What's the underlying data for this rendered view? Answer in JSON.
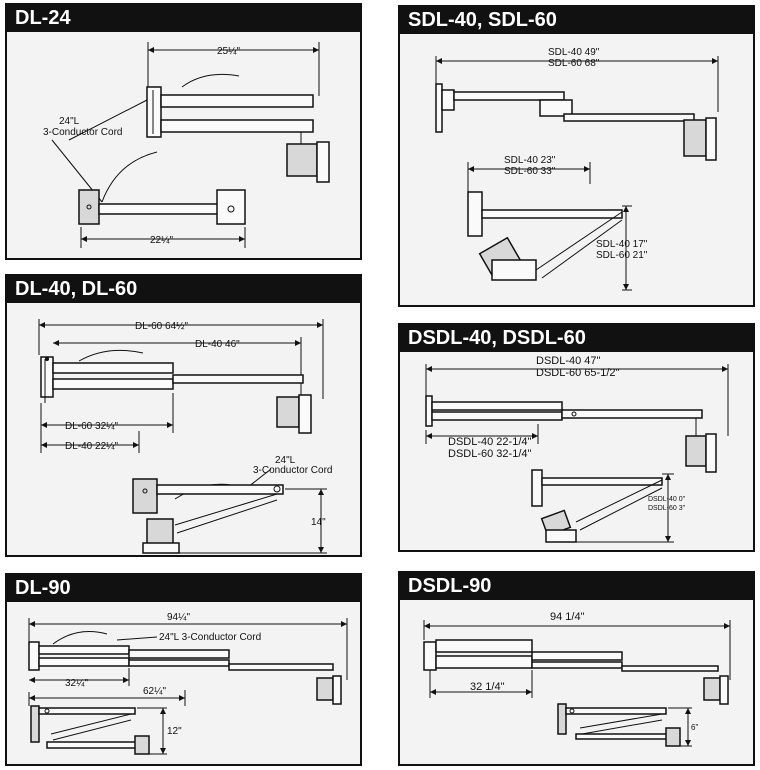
{
  "panels": {
    "dl24": {
      "title": "DL-24",
      "dim_top": "25¼\"",
      "cord_line1": "24\"L",
      "cord_line2": "3-Conductor Cord",
      "dim_bottom": "22¼\""
    },
    "sdl40": {
      "title": "SDL-40, SDL-60",
      "dim_top_1": "SDL-40  49\"",
      "dim_top_2": "SDL-60  68\"",
      "dim_mid_1": "SDL-40  23\"",
      "dim_mid_2": "SDL-60  33\"",
      "dim_right_1": "SDL-40  17\"",
      "dim_right_2": "SDL-60  21\""
    },
    "dl40": {
      "title": "DL-40, DL-60",
      "dim_dl60": "DL-60  64½\"",
      "dim_dl40": "DL-40  46\"",
      "dim_dl60_arm": "DL-60  32¼\"",
      "dim_dl40_arm": "DL-40  22¼\"",
      "cord_line1": "24\"L",
      "cord_line2": "3-Conductor Cord",
      "dim_height": "14\""
    },
    "dsdl40": {
      "title": "DSDL-40, DSDL-60",
      "dim_top_1": "DSDL-40 47\"",
      "dim_top_2": "DSDL-60 65-1/2\"",
      "dim_mid_1": "DSDL-40 22-1/4\"",
      "dim_mid_2": "DSDL-60 32-1/4\"",
      "dim_right_1": "DSDL-40  0\"",
      "dim_right_2": "DSDL-60  3\""
    },
    "dl90": {
      "title": "DL-90",
      "dim_total": "94¼\"",
      "cord": "24\"L  3-Conductor Cord",
      "dim_arm": "32¼\"",
      "dim_fold": "62¼\"",
      "dim_height": "12\""
    },
    "dsdl90": {
      "title": "DSDL-90",
      "dim_total": "94 1/4\"",
      "dim_arm": "32 1/4\"",
      "dim_height": "6\""
    }
  }
}
